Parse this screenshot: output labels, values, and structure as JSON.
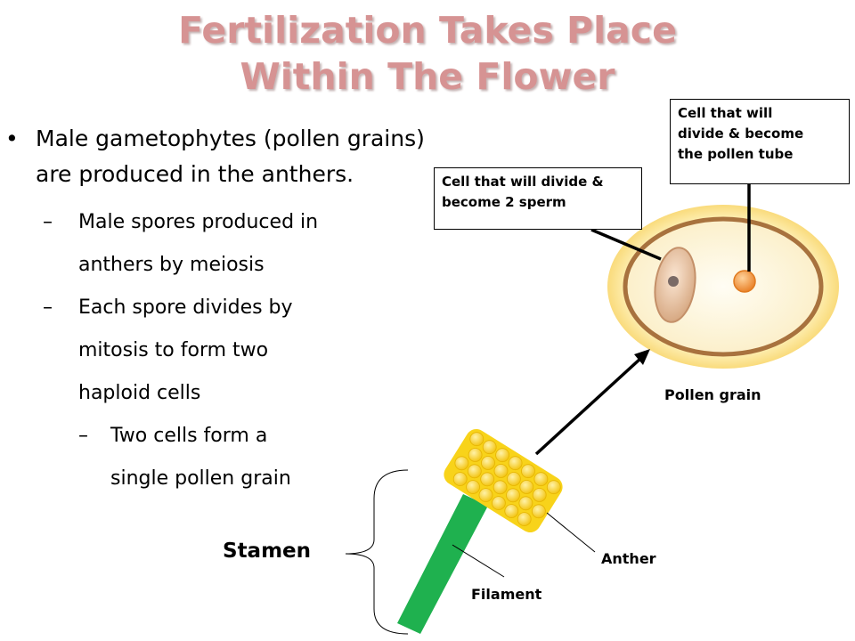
{
  "title": {
    "line1": "Fertilization Takes Place",
    "line2": "Within The Flower",
    "color": "#d69393"
  },
  "bullet": {
    "marker": "•",
    "line1": "Male gametophytes (pollen grains)",
    "line2": "are produced in the anthers."
  },
  "sub_points": [
    {
      "marker": "–",
      "lines": [
        "Male spores produced in",
        "anthers by meiosis"
      ]
    },
    {
      "marker": "–",
      "lines": [
        "Each spore divides by",
        "mitosis to form two",
        "haploid cells"
      ]
    }
  ],
  "sub_sub_point": {
    "marker": "–",
    "lines": [
      "Two cells form a",
      "single pollen grain"
    ]
  },
  "labels": {
    "stamen": "Stamen",
    "anther": "Anther",
    "filament": "Filament",
    "pollen_grain": "Pollen grain"
  },
  "callouts": {
    "sperm_cell": [
      "Cell that will divide &",
      "become 2 sperm"
    ],
    "tube_cell": [
      "Cell that will",
      "divide & become",
      "the pollen tube"
    ]
  },
  "colors": {
    "filament": "#1fb14f",
    "anther": "#f8d31a",
    "pollen_outer": "#fbe08a",
    "pollen_ring": "#a8723e",
    "tube_nucleus": "#f29a3c"
  }
}
